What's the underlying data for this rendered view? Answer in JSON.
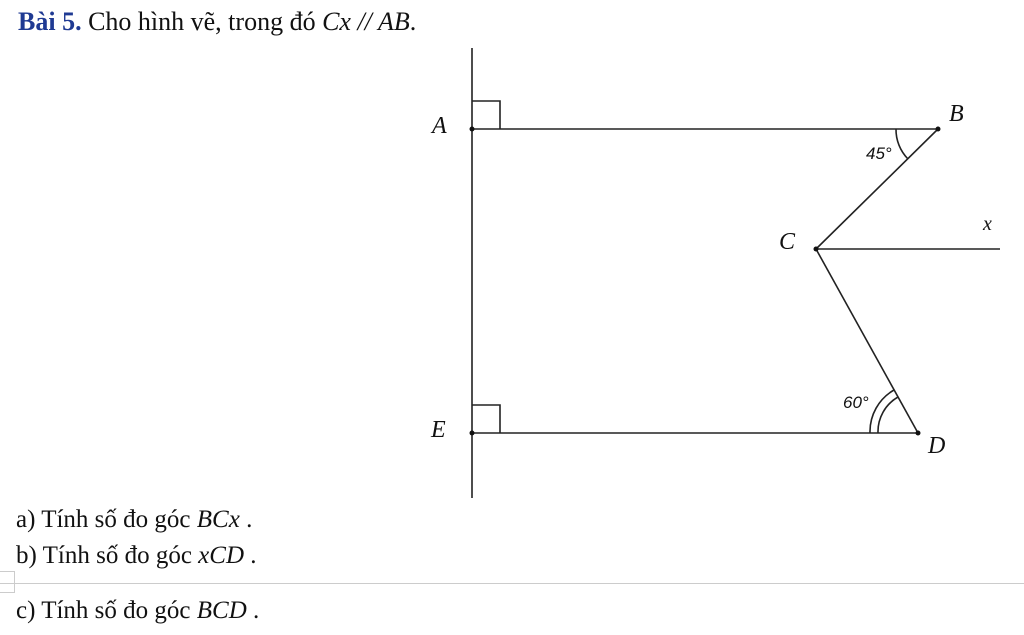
{
  "problem": {
    "number": "Bài 5.",
    "text": " Cho hình vẽ, trong đó ",
    "condition": "Cx // AB",
    "period": "."
  },
  "figure": {
    "points": {
      "A": "A",
      "B": "B",
      "C": "C",
      "D": "D",
      "E": "E",
      "x": "x"
    },
    "angle_B": "45°",
    "angle_D": "60°"
  },
  "questions": [
    {
      "prefix": "a) Tính số đo góc ",
      "angle": "BCx",
      "suffix": " ."
    },
    {
      "prefix": "b) Tính số đo góc ",
      "angle": "xCD",
      "suffix": " ."
    },
    {
      "prefix": "c) Tính số đo góc ",
      "angle": "BCD",
      "suffix": " ."
    }
  ]
}
